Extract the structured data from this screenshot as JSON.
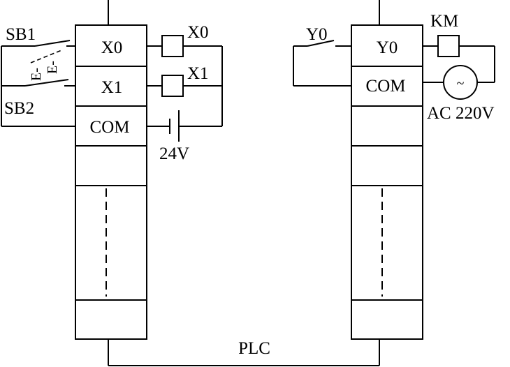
{
  "input_module": {
    "terminals": [
      "X0",
      "X1",
      "COM"
    ],
    "switches": [
      "SB1",
      "SB2"
    ],
    "switch_marks": [
      "E-",
      "E-"
    ],
    "loads": [
      "X0",
      "X1"
    ],
    "supply": "24V"
  },
  "output_module": {
    "terminals": [
      "Y0",
      "COM"
    ],
    "switch": "Y0",
    "load": "KM",
    "supply": "AC 220V",
    "ac_symbol": "~"
  },
  "controller_label": "PLC"
}
